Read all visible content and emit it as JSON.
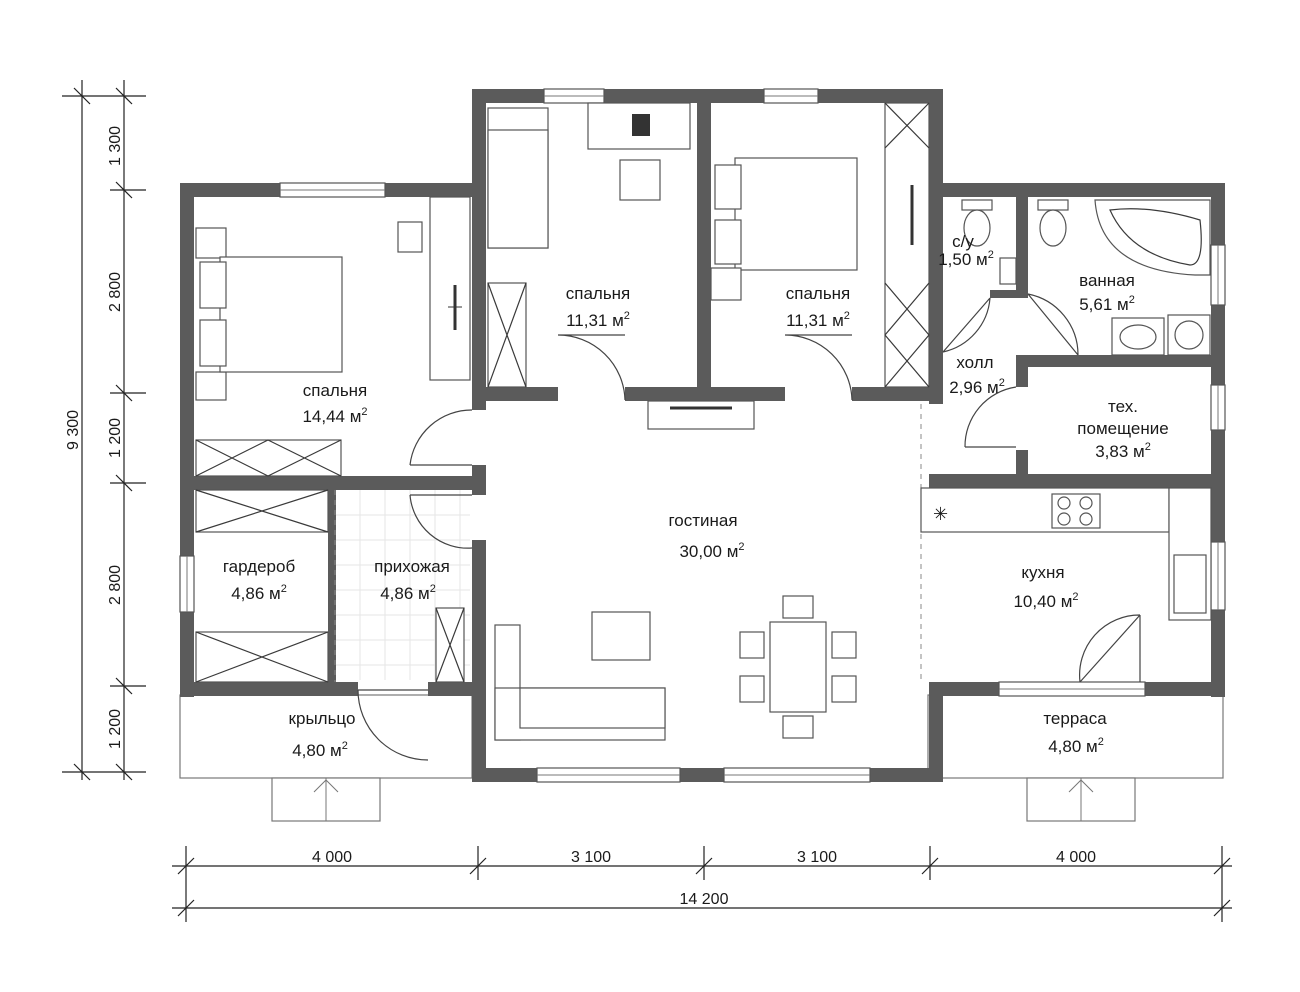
{
  "rooms": [
    {
      "name": "спальня",
      "area": "14,44 м"
    },
    {
      "name": "спальня",
      "area": "11,31 м"
    },
    {
      "name": "спальня",
      "area": "11,31 м"
    },
    {
      "name": "с/у",
      "area": "1,50 м"
    },
    {
      "name": "ванная",
      "area": "5,61 м"
    },
    {
      "name": "холл",
      "area": "2,96 м"
    },
    {
      "name": "тех.",
      "name2": "помещение",
      "area": "3,83 м"
    },
    {
      "name": "гостиная",
      "area": "30,00 м"
    },
    {
      "name": "гардероб",
      "area": "4,86 м"
    },
    {
      "name": "прихожая",
      "area": "4,86 м"
    },
    {
      "name": "кухня",
      "area": "10,40 м"
    },
    {
      "name": "крыльцо",
      "area": "4,80 м"
    },
    {
      "name": "терраса",
      "area": "4,80 м"
    }
  ],
  "area_superscript": "2",
  "dimensions": {
    "bottom_segments": [
      "4 000",
      "3 100",
      "3 100",
      "4 000"
    ],
    "bottom_total": "14 200",
    "left_segments": [
      "1 300",
      "2 800",
      "1 200",
      "2 800",
      "1 200"
    ],
    "left_total": "9 300"
  }
}
